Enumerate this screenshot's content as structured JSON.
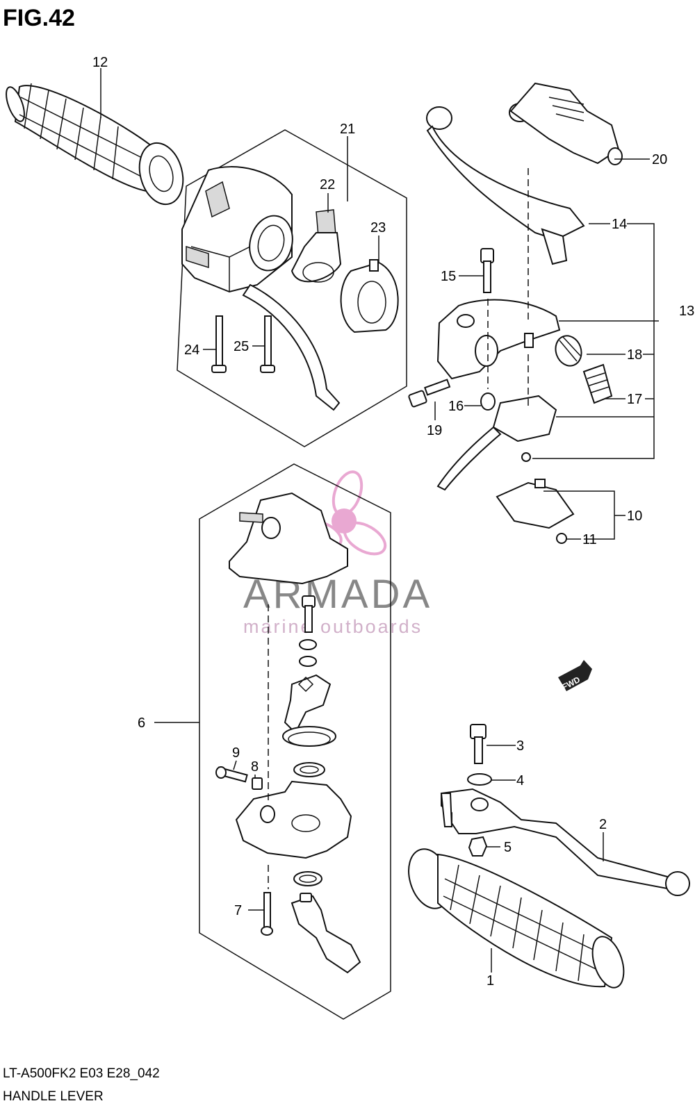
{
  "figure": {
    "title": "FIG.42",
    "model_code": "LT-A500FK2 E03 E28_042",
    "caption": "HANDLE LEVER"
  },
  "watermark": {
    "brand": "ARMADA",
    "tagline": "marine outboards",
    "logo_color": "#e9a8d2"
  },
  "callouts": [
    "1",
    "2",
    "3",
    "4",
    "5",
    "6",
    "7",
    "8",
    "9",
    "10",
    "11",
    "12",
    "13",
    "14",
    "15",
    "16",
    "17",
    "18",
    "19",
    "20",
    "21",
    "22",
    "23",
    "24",
    "25"
  ],
  "direction_badge": "FWD"
}
